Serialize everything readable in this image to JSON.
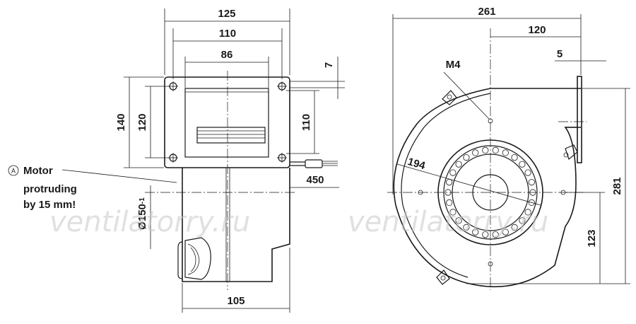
{
  "watermarks": [
    "ventilatorry.ru",
    "ventilatorry.ru"
  ],
  "note": {
    "badge": "A",
    "lines": [
      "Motor",
      "protruding",
      "by 15 mm!"
    ]
  },
  "front_view": {
    "dims": {
      "w125": "125",
      "w110": "110",
      "w86": "86",
      "h7": "7",
      "h140": "140",
      "h120": "120",
      "h110": "110",
      "cable450": "450",
      "dia150": "Ø150",
      "dia150_tol": "-1",
      "w105": "105"
    }
  },
  "side_view": {
    "dims": {
      "w261": "261",
      "w120": "120",
      "w5": "5",
      "thread": "M4",
      "r194": "194",
      "h281": "281",
      "h123": "123"
    }
  }
}
